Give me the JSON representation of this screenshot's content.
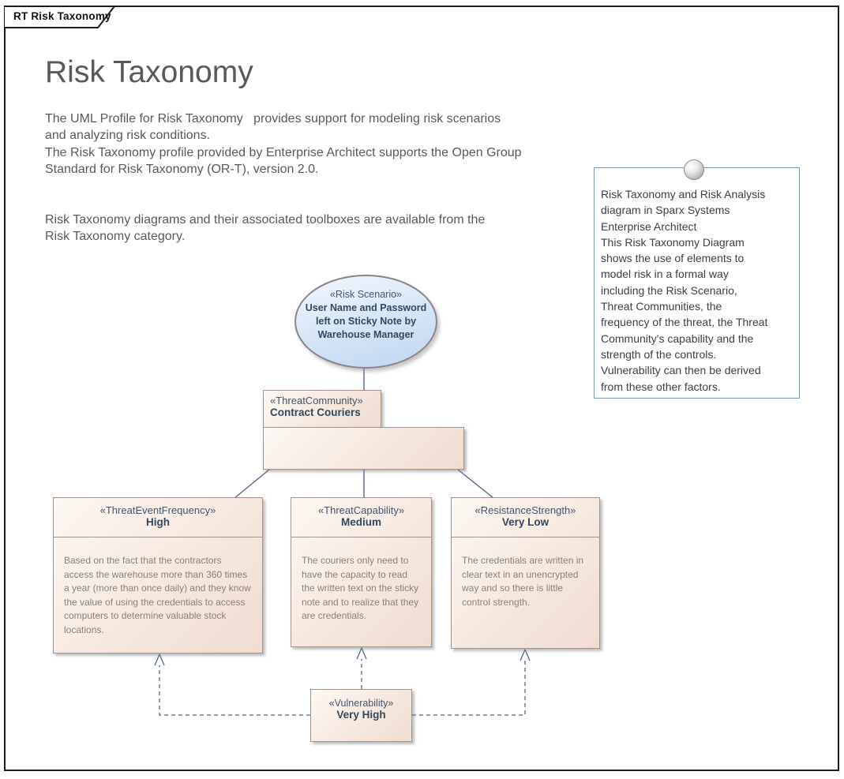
{
  "frame": {
    "tab_label": "RT Risk Taxonomy"
  },
  "intro": {
    "title": "Risk Taxonomy",
    "paragraph1": "The UML Profile for Risk Taxonomy   provides support for modeling risk scenarios\nand analyzing risk conditions.\nThe Risk Taxonomy profile provided by Enterprise Architect supports the Open Group\nStandard for Risk Taxonomy (OR-T), version 2.0.",
    "paragraph2": "Risk Taxonomy diagrams and their associated toolboxes are available from the\nRisk Taxonomy category."
  },
  "note": {
    "icon": "sphere-icon",
    "text": "Risk Taxonomy and Risk Analysis\ndiagram in Sparx Systems\nEnterprise Architect\nThis Risk Taxonomy Diagram\nshows the use of elements to\nmodel risk in a formal way\nincluding the Risk Scenario,\nThreat Communities, the\nfrequency of the threat, the Threat\nCommunity's capability and the\nstrength of the controls.\nVulnerability can then be derived\nfrom these other factors."
  },
  "nodes": {
    "risk_scenario": {
      "stereotype": "«Risk Scenario»",
      "name": "User Name and Password\nleft on Sticky Note by\nWarehouse Manager"
    },
    "threat_community": {
      "stereotype": "«ThreatCommunity»",
      "name": "Contract Couriers"
    },
    "threat_event_frequency": {
      "stereotype": "«ThreatEventFrequency»",
      "name": "High",
      "description": "Based on the fact that the contractors access the warehouse more than 360 times a year (more than once daily) and they know the value of using the credentials to access computers to determine valuable stock locations."
    },
    "threat_capability": {
      "stereotype": "«ThreatCapability»",
      "name": "Medium",
      "description": "The couriers only need to have the capacity to read the written text on the sticky note and to realize that they are credentials."
    },
    "resistance_strength": {
      "stereotype": "«ResistanceStrength»",
      "name": "Very Low",
      "description": "The credentials are written in clear text in an unencrypted way and so there is little control strength."
    },
    "vulnerability": {
      "stereotype": "«Vulnerability»",
      "name": "Very High"
    }
  },
  "colors": {
    "connector": "#55658B",
    "box_border": "#A5938B",
    "box_fill_light": "#FDF8F3",
    "box_fill_dark": "#F1DCD0",
    "ellipse_fill": "#BED7F2",
    "note_border": "#7A99B0",
    "text_gray": "#595959",
    "body_text": "#8B8073"
  }
}
